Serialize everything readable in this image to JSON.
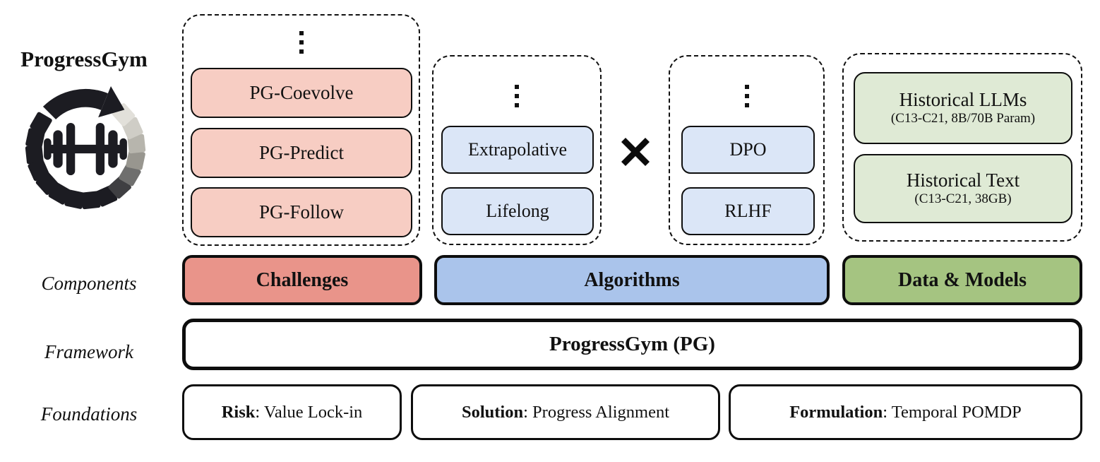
{
  "brand": "ProgressGym",
  "row_labels": {
    "components": "Components",
    "framework": "Framework",
    "foundations": "Foundations"
  },
  "challenges_group": {
    "items": [
      "PG-Coevolve",
      "PG-Predict",
      "PG-Follow"
    ]
  },
  "algorithms_group": {
    "left_items": [
      "Extrapolative",
      "Lifelong"
    ],
    "operator": "✖",
    "right_items": [
      "DPO",
      "RLHF"
    ]
  },
  "data_models_group": {
    "items": [
      {
        "title": "Historical LLMs",
        "subtitle": "(C13-C21, 8B/70B Param)"
      },
      {
        "title": "Historical Text",
        "subtitle": "(C13-C21, 38GB)"
      }
    ]
  },
  "components_bars": {
    "challenges": "Challenges",
    "algorithms": "Algorithms",
    "data_models": "Data & Models"
  },
  "framework_bar": {
    "label": "ProgressGym (PG)"
  },
  "foundations": [
    {
      "prefix": "Risk",
      "rest": ": Value Lock-in"
    },
    {
      "prefix": "Solution",
      "rest": ": Progress Alignment"
    },
    {
      "prefix": "Formulation",
      "rest": ": Temporal POMDP"
    }
  ],
  "icons": {
    "ellipsis": "vertical-ellipsis",
    "operator": "heavy-multiplication-x",
    "logo": "progressgym-dumbbell-progress-ring"
  },
  "colors": {
    "challenges_bar": "#e9948a",
    "algorithms_bar": "#aac4eb",
    "data_models_bar": "#a5c481",
    "challenge_item": "#f7cdc3",
    "algorithm_item": "#dbe6f7",
    "data_item": "#dfead5"
  }
}
